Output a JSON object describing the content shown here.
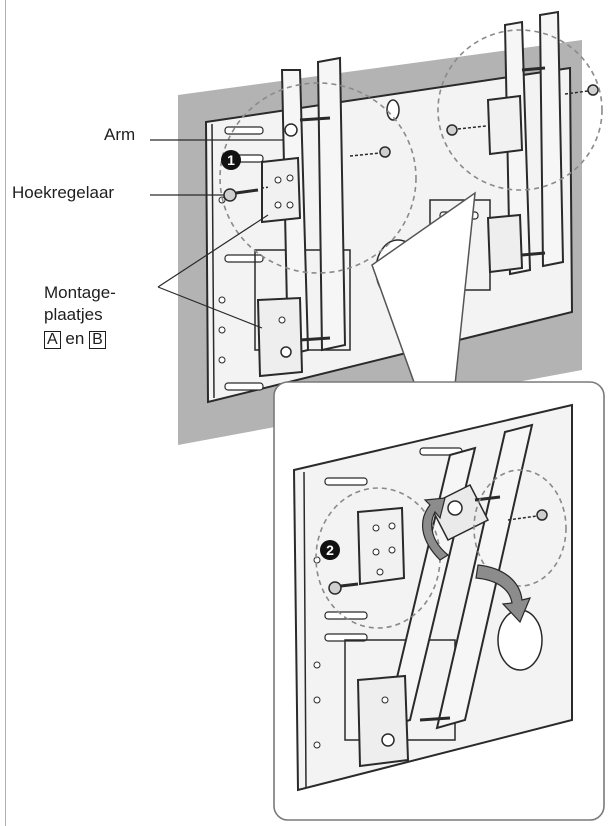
{
  "labels": {
    "arm": "Arm",
    "angle_adjuster": "Hoekregelaar",
    "mounting_plates_line1": "Montage-",
    "mounting_plates_line2": "plaatjes",
    "plate_a": "A",
    "connector": "en",
    "plate_b": "B"
  },
  "steps": {
    "step1": "1",
    "step2": "2"
  },
  "colors": {
    "wall": "#b3b3b3",
    "bracket": "#f4f4f4",
    "outline": "#2a2a2a",
    "dashed_circle": "#8a8a8a",
    "arrow_fill": "#8c8c8c",
    "badge": "#111111"
  }
}
